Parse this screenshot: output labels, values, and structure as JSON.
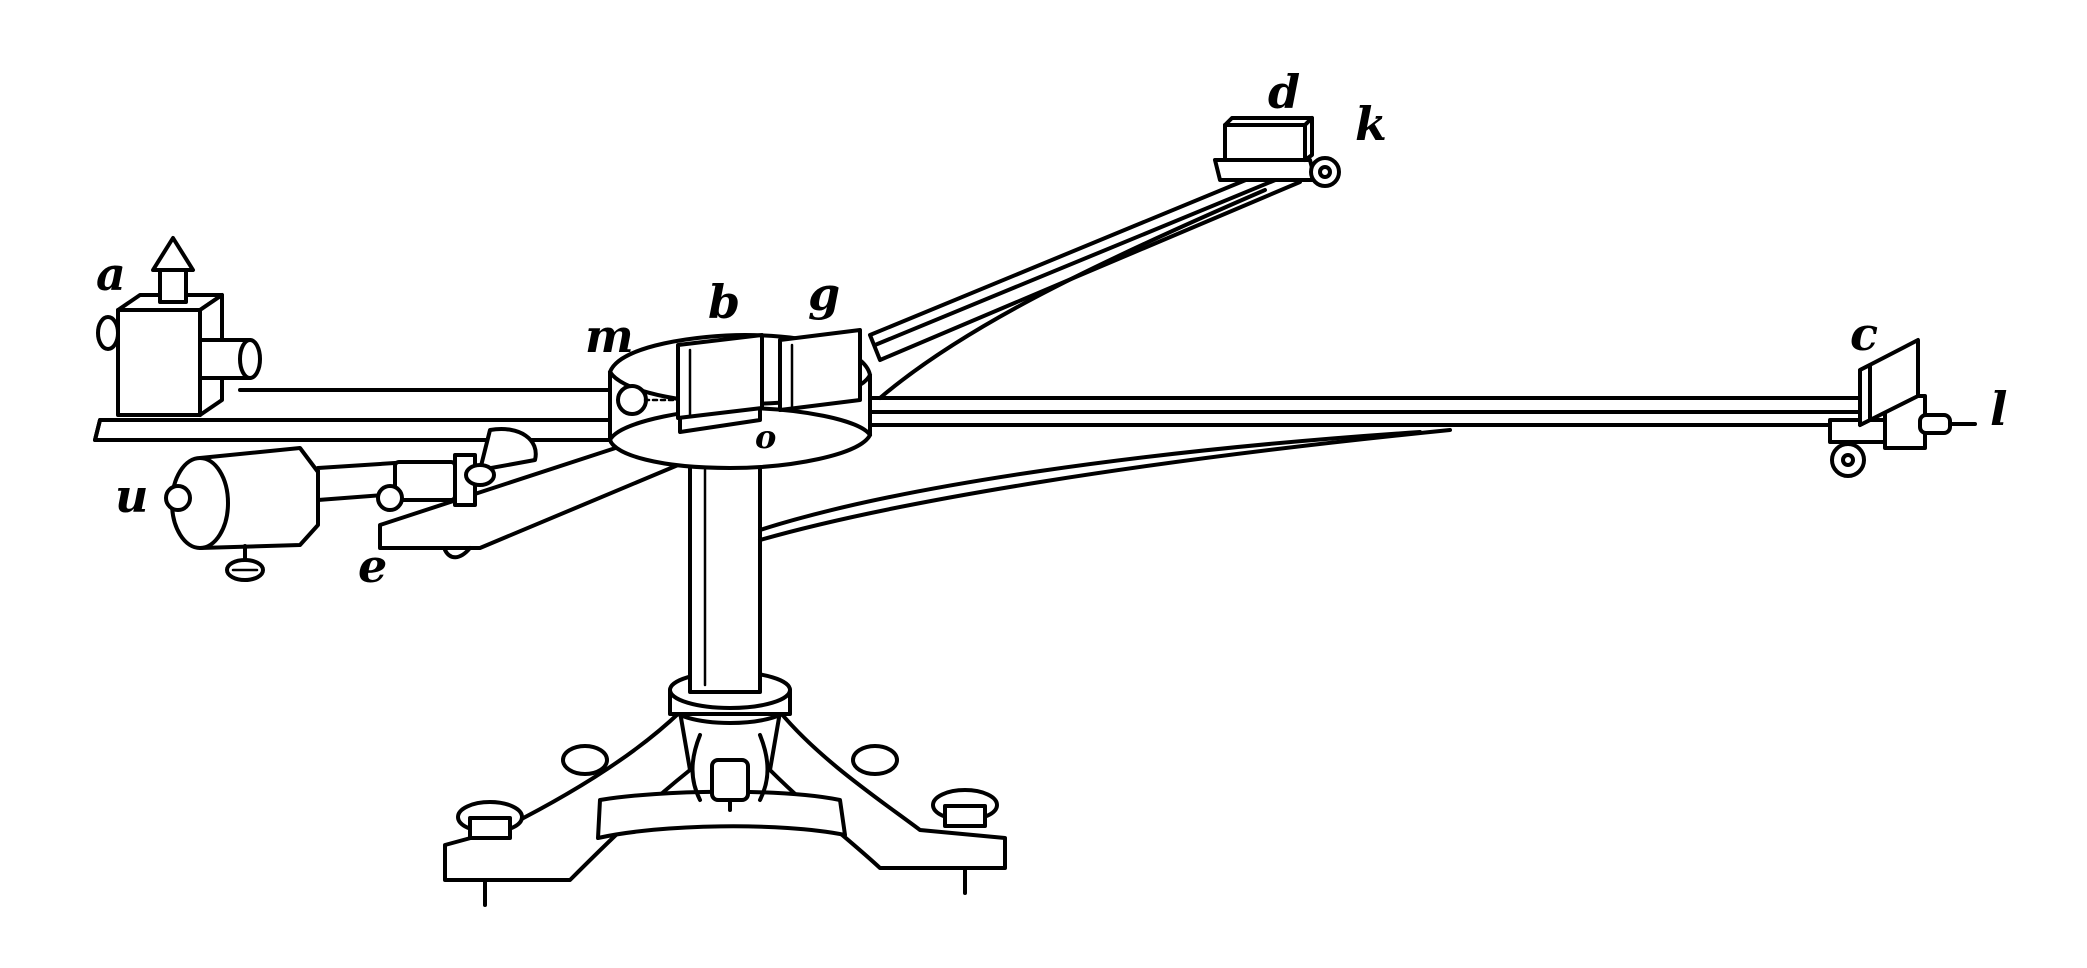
{
  "labels": {
    "a": "a",
    "b": "b",
    "g": "g",
    "d": "d",
    "k": "k",
    "c": "c",
    "l": "l",
    "m": "m",
    "u": "u",
    "e": "e",
    "o": "o"
  },
  "colors": {
    "line": "#000000",
    "background": "#ffffff"
  }
}
